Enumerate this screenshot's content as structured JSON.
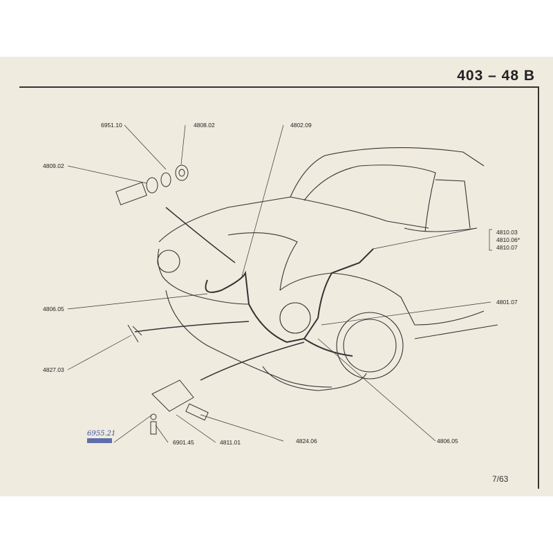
{
  "header": {
    "title": "403 – 48 B"
  },
  "footer": {
    "page": "7/63"
  },
  "parts": {
    "p695110": "6951.10",
    "p480802": "4808.02",
    "p480209": "4802.09",
    "p480902": "4809.02",
    "p481003": "4810.03",
    "p481006": "4810.06*",
    "p481007": "4810.07",
    "p480605a": "4806.05",
    "p480107": "4801.07",
    "p482703": "4827.03",
    "p690145": "6901.45",
    "p481101": "4811.01",
    "p482406": "4824.06",
    "p480605b": "4806.05"
  },
  "annotation": {
    "handwritten": "6955.21"
  }
}
